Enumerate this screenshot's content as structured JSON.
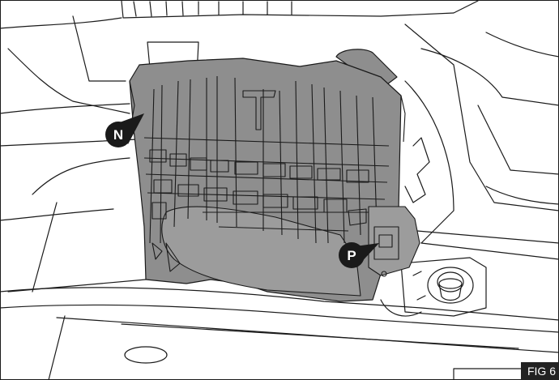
{
  "callouts": {
    "n": {
      "label": "N"
    },
    "p": {
      "label": "P"
    }
  },
  "figure_label": "FIG 6",
  "colors": {
    "component_fill": "#8e8e8e",
    "line": "#1a1a1a",
    "background": "#ffffff",
    "callout": "#1a1a1a"
  }
}
